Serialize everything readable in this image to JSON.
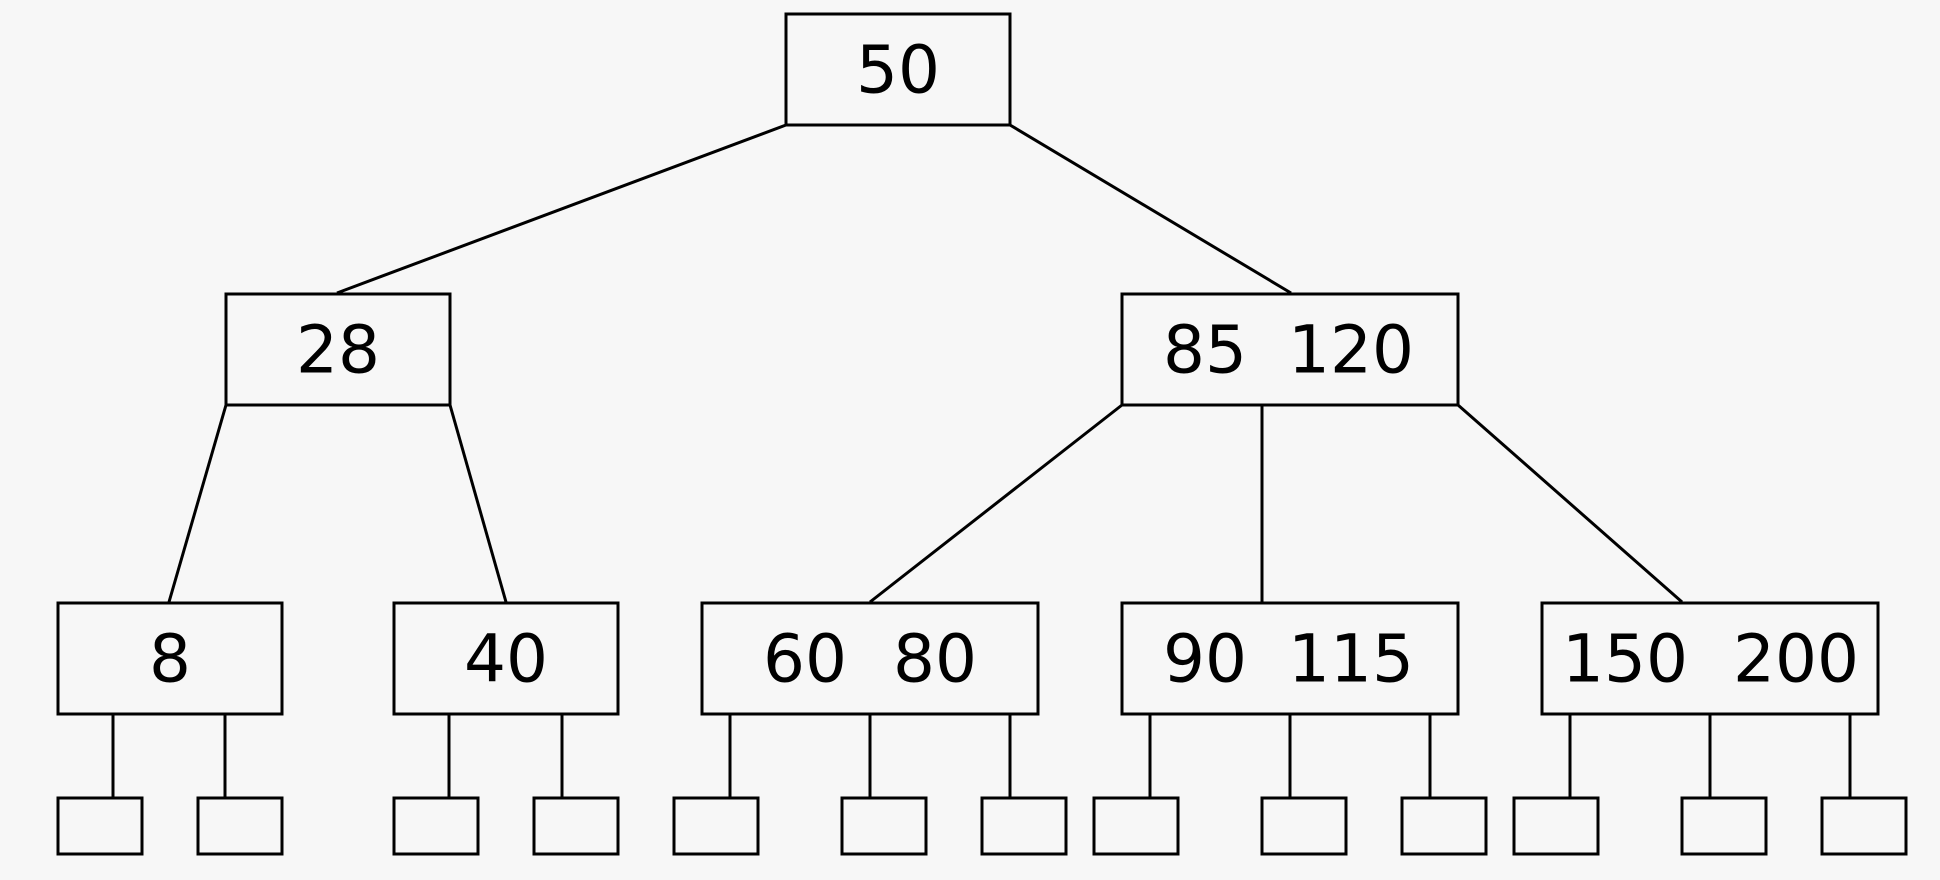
{
  "tree": {
    "root": {
      "keys": [
        "50"
      ]
    },
    "level1": [
      {
        "keys": [
          "28"
        ]
      },
      {
        "keys": [
          "85",
          "120"
        ]
      }
    ],
    "level2": [
      {
        "keys": [
          "8"
        ]
      },
      {
        "keys": [
          "40"
        ]
      },
      {
        "keys": [
          "60",
          "80"
        ]
      },
      {
        "keys": [
          "90",
          "115"
        ]
      },
      {
        "keys": [
          "150",
          "200"
        ]
      }
    ]
  }
}
